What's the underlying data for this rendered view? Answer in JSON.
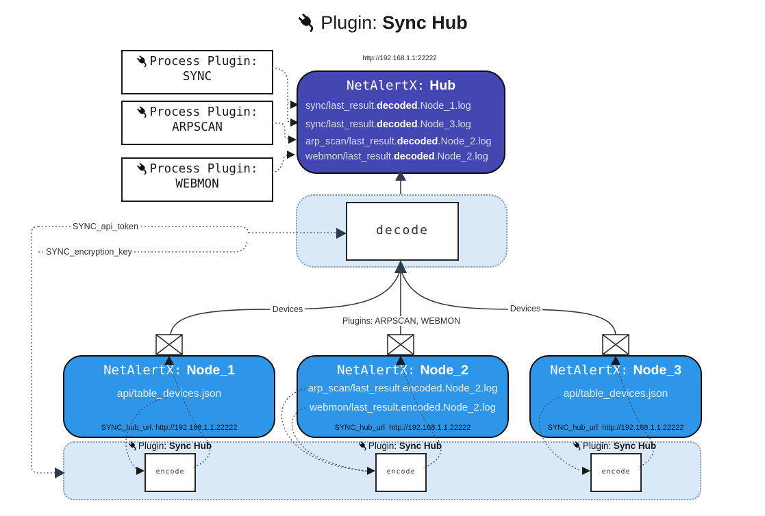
{
  "title": {
    "prefix": "Plugin:",
    "name": "Sync Hub"
  },
  "process_plugins": [
    {
      "label": "Process Plugin:",
      "name": "SYNC"
    },
    {
      "label": "Process Plugin:",
      "name": "ARPSCAN"
    },
    {
      "label": "Process Plugin:",
      "name": "WEBMON"
    }
  ],
  "hub": {
    "url": "http://192.168.1.1:22222",
    "title_prefix": "NetAlertX:",
    "title_name": "Hub",
    "lines": [
      {
        "pre": "sync/last_result.",
        "bold": "decoded",
        "post": ".Node_1.log"
      },
      {
        "pre": "sync/last_result.",
        "bold": "decoded",
        "post": ".Node_3.log"
      },
      {
        "pre": "arp_scan/last_result.",
        "bold": "decoded",
        "post": ".Node_2.log"
      },
      {
        "pre": "webmon/last_result.",
        "bold": "decoded",
        "post": ".Node_2.log"
      }
    ]
  },
  "decode": {
    "label": "decode"
  },
  "config_keys": {
    "api_token": "SYNC_api_token",
    "encryption_key": "SYNC_encryption_key"
  },
  "edge_labels": {
    "devices_left": "Devices",
    "devices_right": "Devices",
    "plugins_middle": "Plugins: ARPSCAN, WEBMON"
  },
  "nodes": [
    {
      "title_prefix": "NetAlertX:",
      "title_name": "Node_1",
      "lines": [
        "api/table_devices.json"
      ],
      "footer": "SYNC_hub_url: http://192.168.1.1:22222"
    },
    {
      "title_prefix": "NetAlertX:",
      "title_name": "Node_2",
      "lines": [
        "arp_scan/last_result.encoded.Node_2.log",
        "webmon/last_result.encoded.Node_2.log"
      ],
      "footer": "SYNC_hub_url: http://192.168.1.1:22222"
    },
    {
      "title_prefix": "NetAlertX:",
      "title_name": "Node_3",
      "lines": [
        "api/table_devices.json"
      ],
      "footer": "SYNC_hub_url: http://192.168.1.1:22222"
    }
  ],
  "encode_sections": [
    {
      "label_prefix": "Plugin:",
      "label_name": "Sync Hub",
      "box_label": "encode"
    },
    {
      "label_prefix": "Plugin:",
      "label_name": "Sync Hub",
      "box_label": "encode"
    },
    {
      "label_prefix": "Plugin:",
      "label_name": "Sync Hub",
      "box_label": "encode"
    }
  ],
  "colors": {
    "hub_bg": "#4446b2",
    "node_bg": "#2e96e8",
    "panel_bg": "#d9e9f8",
    "panel_border": "#8097ab",
    "arrow_dark": "#2c3b4e",
    "solid_line": "#3a3a3a",
    "dotted_line": "#4a4a4a"
  }
}
